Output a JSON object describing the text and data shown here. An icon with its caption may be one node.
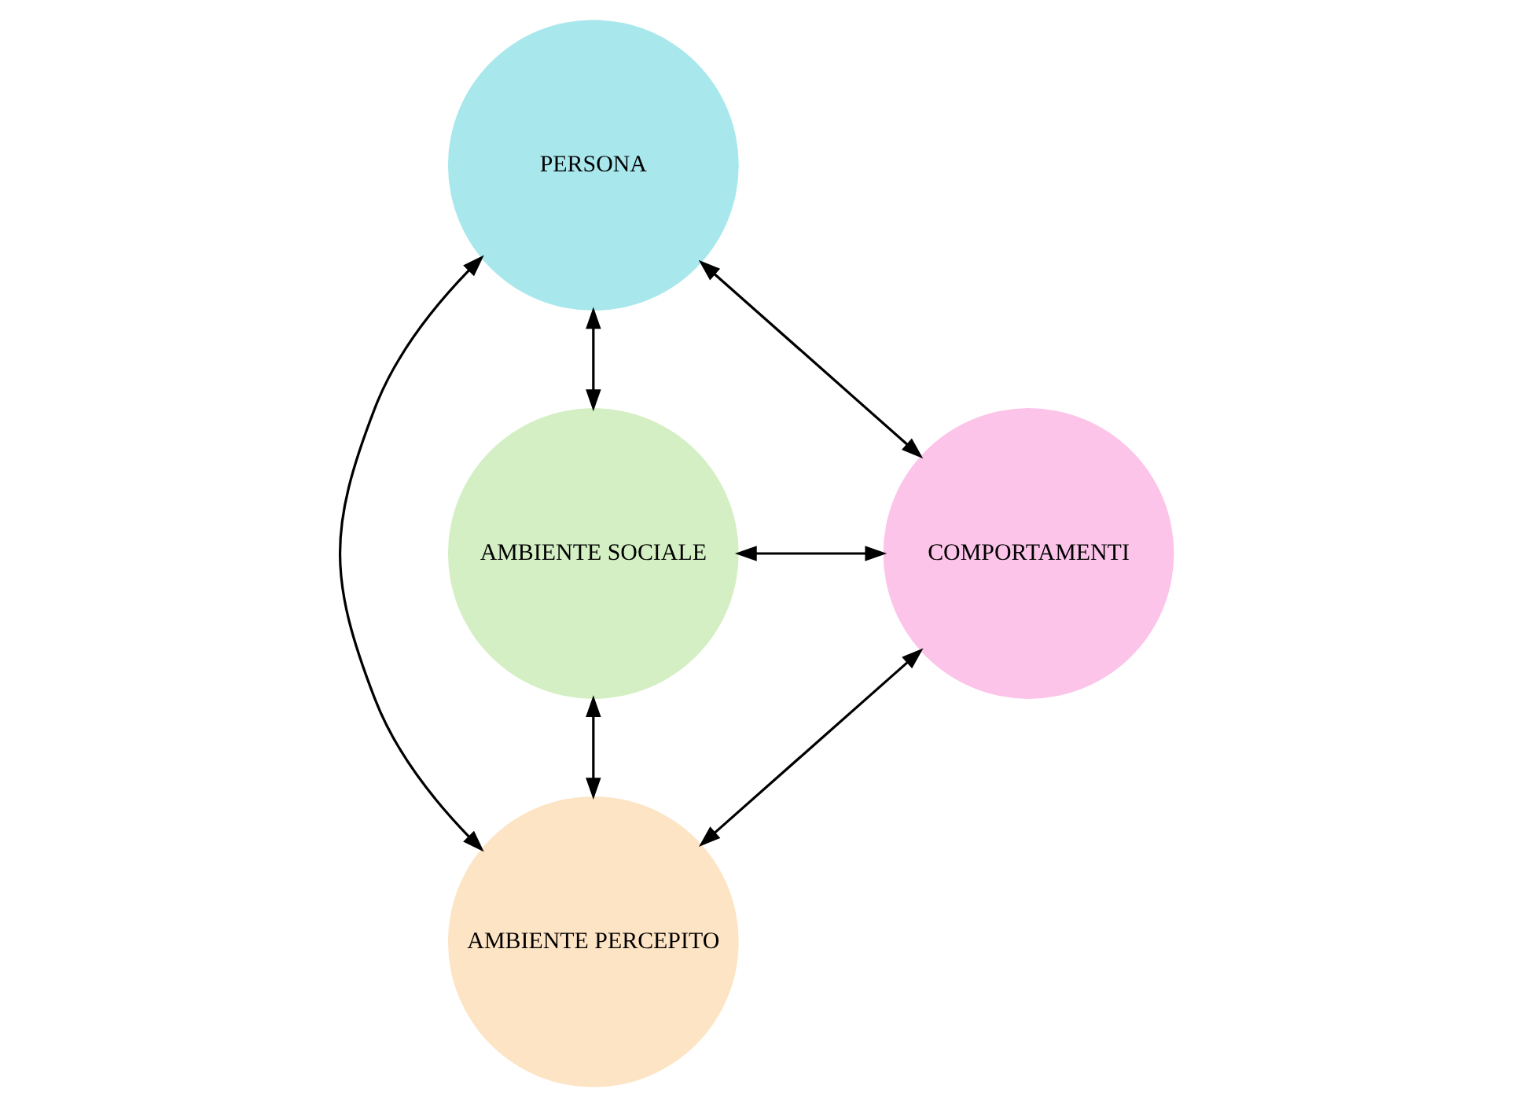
{
  "diagram": {
    "nodes": [
      {
        "text": [
          "PERSONA"
        ]
      },
      {
        "text": [
          "AMBIENTE SOCIALE"
        ]
      },
      {
        "text": [
          "COMPORTAMENTI"
        ]
      },
      {
        "text": [
          "AMBIENTE PERCEPITO"
        ]
      }
    ],
    "edges": [
      {
        "from": 1,
        "to": 0,
        "arrow": "both"
      },
      {
        "from": 0,
        "to": 2,
        "arrow": "both"
      },
      {
        "from": 1,
        "to": 2,
        "arrow": "both"
      },
      {
        "from": 0,
        "to": 3,
        "arrow": "both"
      },
      {
        "from": 1,
        "to": 3,
        "arrow": "both"
      },
      {
        "from": 3,
        "to": 2,
        "arrow": "both"
      }
    ]
  }
}
